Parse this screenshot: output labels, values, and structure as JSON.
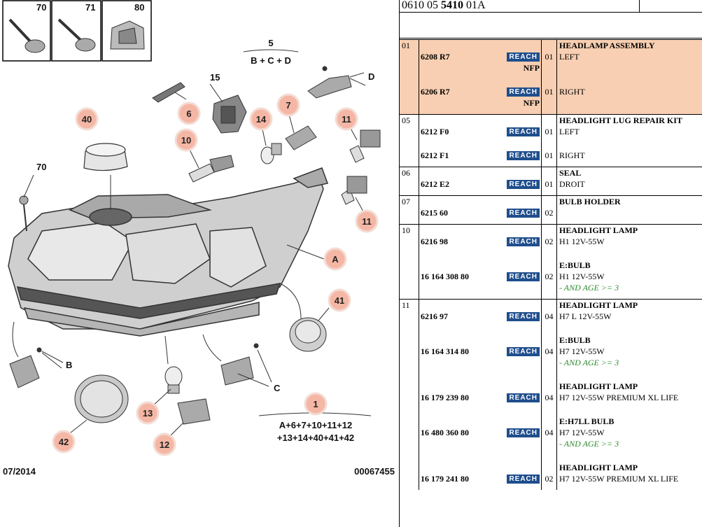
{
  "header": {
    "ref_prefix": "0610 05 ",
    "ref_bold": "5410",
    "ref_suffix": " 01A"
  },
  "diagram": {
    "box_labels": [
      "70",
      "71",
      "80"
    ],
    "date": "07/2014",
    "drawing_number": "00067455",
    "assembly5_number": "5",
    "assembly5_formula": "B + C + D",
    "assembly1_line1": "A+6+7+10+11+12",
    "assembly1_line2": "+13+14+40+41+42",
    "plain_labels": {
      "l15": "15",
      "l70": "70",
      "lD": "D",
      "lB": "B",
      "lC": "C"
    },
    "callouts": {
      "c6": "6",
      "c7": "7",
      "c10": "10",
      "c11a": "11",
      "c11b": "11",
      "c14": "14",
      "c40": "40",
      "cA": "A",
      "c41": "41",
      "c13": "13",
      "c12": "12",
      "c42": "42",
      "c1": "1"
    }
  },
  "reach_label": "REACH",
  "groups": [
    {
      "ref": "01",
      "highlight": true,
      "rows": [
        {
          "pn": "6208 R7",
          "nfp": "NFP",
          "qty": "01",
          "title": "HEADLAMP ASSEMBLY",
          "lines": [
            "LEFT"
          ],
          "note": ""
        },
        {
          "pn": "6206 R7",
          "nfp": "NFP",
          "qty": "01",
          "title": "",
          "lines": [
            "RIGHT"
          ],
          "note": ""
        }
      ]
    },
    {
      "ref": "05",
      "highlight": false,
      "rows": [
        {
          "pn": "6212 F0",
          "nfp": "",
          "qty": "01",
          "title": "HEADLIGHT LUG REPAIR KIT",
          "lines": [
            "LEFT"
          ],
          "note": ""
        },
        {
          "pn": "6212 F1",
          "nfp": "",
          "qty": "01",
          "title": "",
          "lines": [
            "RIGHT"
          ],
          "note": ""
        }
      ]
    },
    {
      "ref": "06",
      "highlight": false,
      "rows": [
        {
          "pn": "6212 E2",
          "nfp": "",
          "qty": "01",
          "title": "SEAL",
          "lines": [
            "DROIT"
          ],
          "note": ""
        }
      ]
    },
    {
      "ref": "07",
      "highlight": false,
      "rows": [
        {
          "pn": "6215 60",
          "nfp": "",
          "qty": "02",
          "title": "BULB HOLDER",
          "lines": [],
          "note": ""
        }
      ]
    },
    {
      "ref": "10",
      "highlight": false,
      "rows": [
        {
          "pn": "6216 98",
          "nfp": "",
          "qty": "02",
          "title": "HEADLIGHT LAMP",
          "lines": [
            "H1 12V-55W"
          ],
          "note": ""
        },
        {
          "pn": "16 164 308 80",
          "nfp": "",
          "qty": "02",
          "title": "E:BULB",
          "lines": [
            "H1 12V-55W"
          ],
          "note": "- AND AGE >= 3"
        }
      ]
    },
    {
      "ref": "11",
      "highlight": false,
      "rows": [
        {
          "pn": "6216 97",
          "nfp": "",
          "qty": "04",
          "title": "HEADLIGHT LAMP",
          "lines": [
            "H7 L 12V-55W"
          ],
          "note": ""
        },
        {
          "pn": "16 164 314 80",
          "nfp": "",
          "qty": "04",
          "title": "E:BULB",
          "lines": [
            "H7 12V-55W"
          ],
          "note": "- AND AGE >= 3"
        },
        {
          "pn": "16 179 239 80",
          "nfp": "",
          "qty": "04",
          "title": "HEADLIGHT LAMP",
          "lines": [
            "H7 12V-55W PREMIUM XL LIFE"
          ],
          "note": ""
        },
        {
          "pn": "16 480 360 80",
          "nfp": "",
          "qty": "04",
          "title": "E:H7LL BULB",
          "lines": [
            "H7 12V-55W"
          ],
          "note": "- AND AGE >= 3"
        },
        {
          "pn": "16 179 241 80",
          "nfp": "",
          "qty": "02",
          "title": "HEADLIGHT LAMP",
          "lines": [
            "H7 12V-55W PREMIUM XL LIFE"
          ],
          "note": ""
        }
      ]
    }
  ]
}
